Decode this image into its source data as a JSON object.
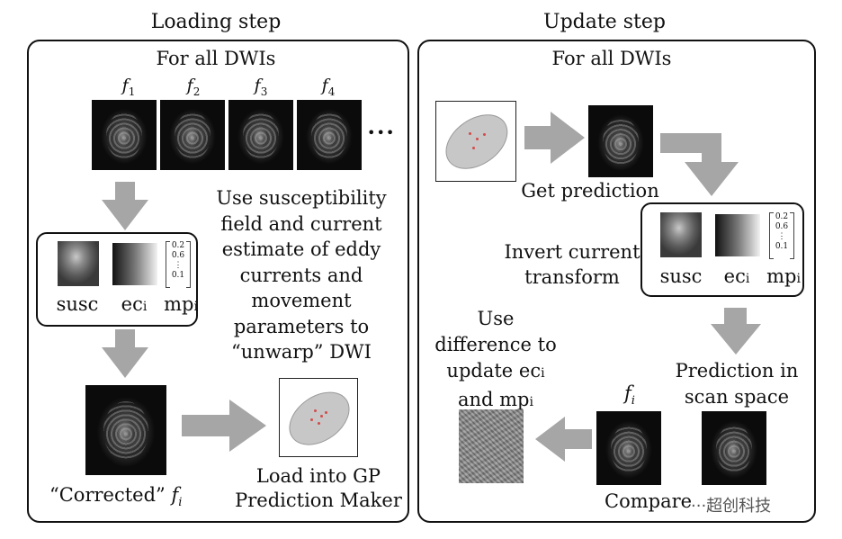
{
  "sections": {
    "loading": {
      "title": "Loading step",
      "subtitle": "For all DWIs"
    },
    "update": {
      "title": "Update step",
      "subtitle": "For all DWIs"
    }
  },
  "loading": {
    "frame_labels": [
      "f",
      "f",
      "f",
      "f"
    ],
    "frame_subs": [
      "1",
      "2",
      "3",
      "4"
    ],
    "ellipsis": "•••",
    "components": {
      "susc": "susc",
      "ec": "ec",
      "ec_sub": "i",
      "mp": "mp",
      "mp_sub": "i"
    },
    "mp_vector": [
      "0.2",
      "0.6",
      "⋮",
      "0.1"
    ],
    "explain_lines": [
      "Use susceptibility",
      "field and current",
      "estimate of eddy",
      "currents  and",
      "movement",
      "parameters to",
      "“unwarp” DWI"
    ],
    "corrected_prefix": "“Corrected” ",
    "corrected_f": "f",
    "corrected_sub": "i",
    "gp_lines": [
      "Load into GP",
      "Prediction Maker"
    ]
  },
  "update": {
    "get_prediction": "Get prediction",
    "invert_lines": [
      "Invert current",
      "transform"
    ],
    "components": {
      "susc": "susc",
      "ec": "ec",
      "ec_sub": "i",
      "mp": "mp",
      "mp_sub": "i"
    },
    "mp_vector": [
      "0.2",
      "0.6",
      "⋮",
      "0.1"
    ],
    "prediction_scan_lines": [
      "Prediction in",
      "scan space"
    ],
    "fi_label": "f",
    "fi_sub": "i",
    "use_diff_lines": [
      "Use",
      "difference to",
      "update ec",
      "and mp"
    ],
    "use_diff_subs": [
      "i",
      "i"
    ],
    "compare": "Compare"
  },
  "watermark": "···超创科技"
}
